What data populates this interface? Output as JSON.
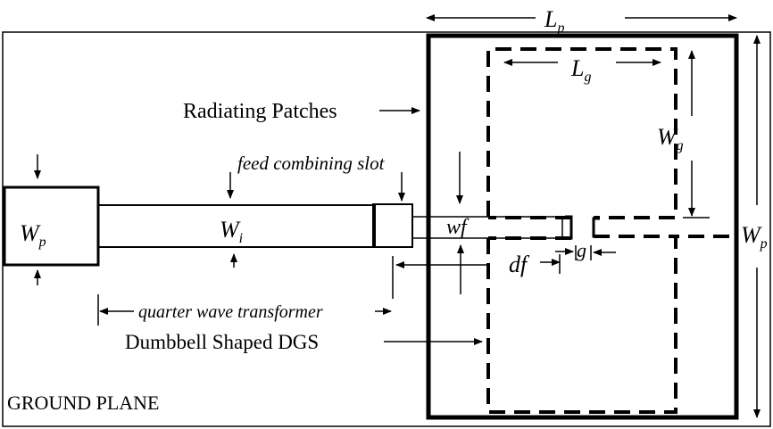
{
  "labels": {
    "lp": "L",
    "lp_sub": "p",
    "lg": "L",
    "lg_sub": "g",
    "wg": "W",
    "wg_sub": "g",
    "wp_right": "W",
    "wp_right_sub": "p",
    "wp_left": "W",
    "wp_left_sub": "p",
    "wi": "W",
    "wi_sub": "i",
    "wf": "wf",
    "df": "df",
    "g": "g",
    "radiating_patches": "Radiating Patches",
    "feed_combining_slot": "feed combining slot",
    "quarter_wave": "quarter wave transformer",
    "dgs": "Dumbbell Shaped DGS",
    "ground_plane": "GROUND PLANE"
  }
}
